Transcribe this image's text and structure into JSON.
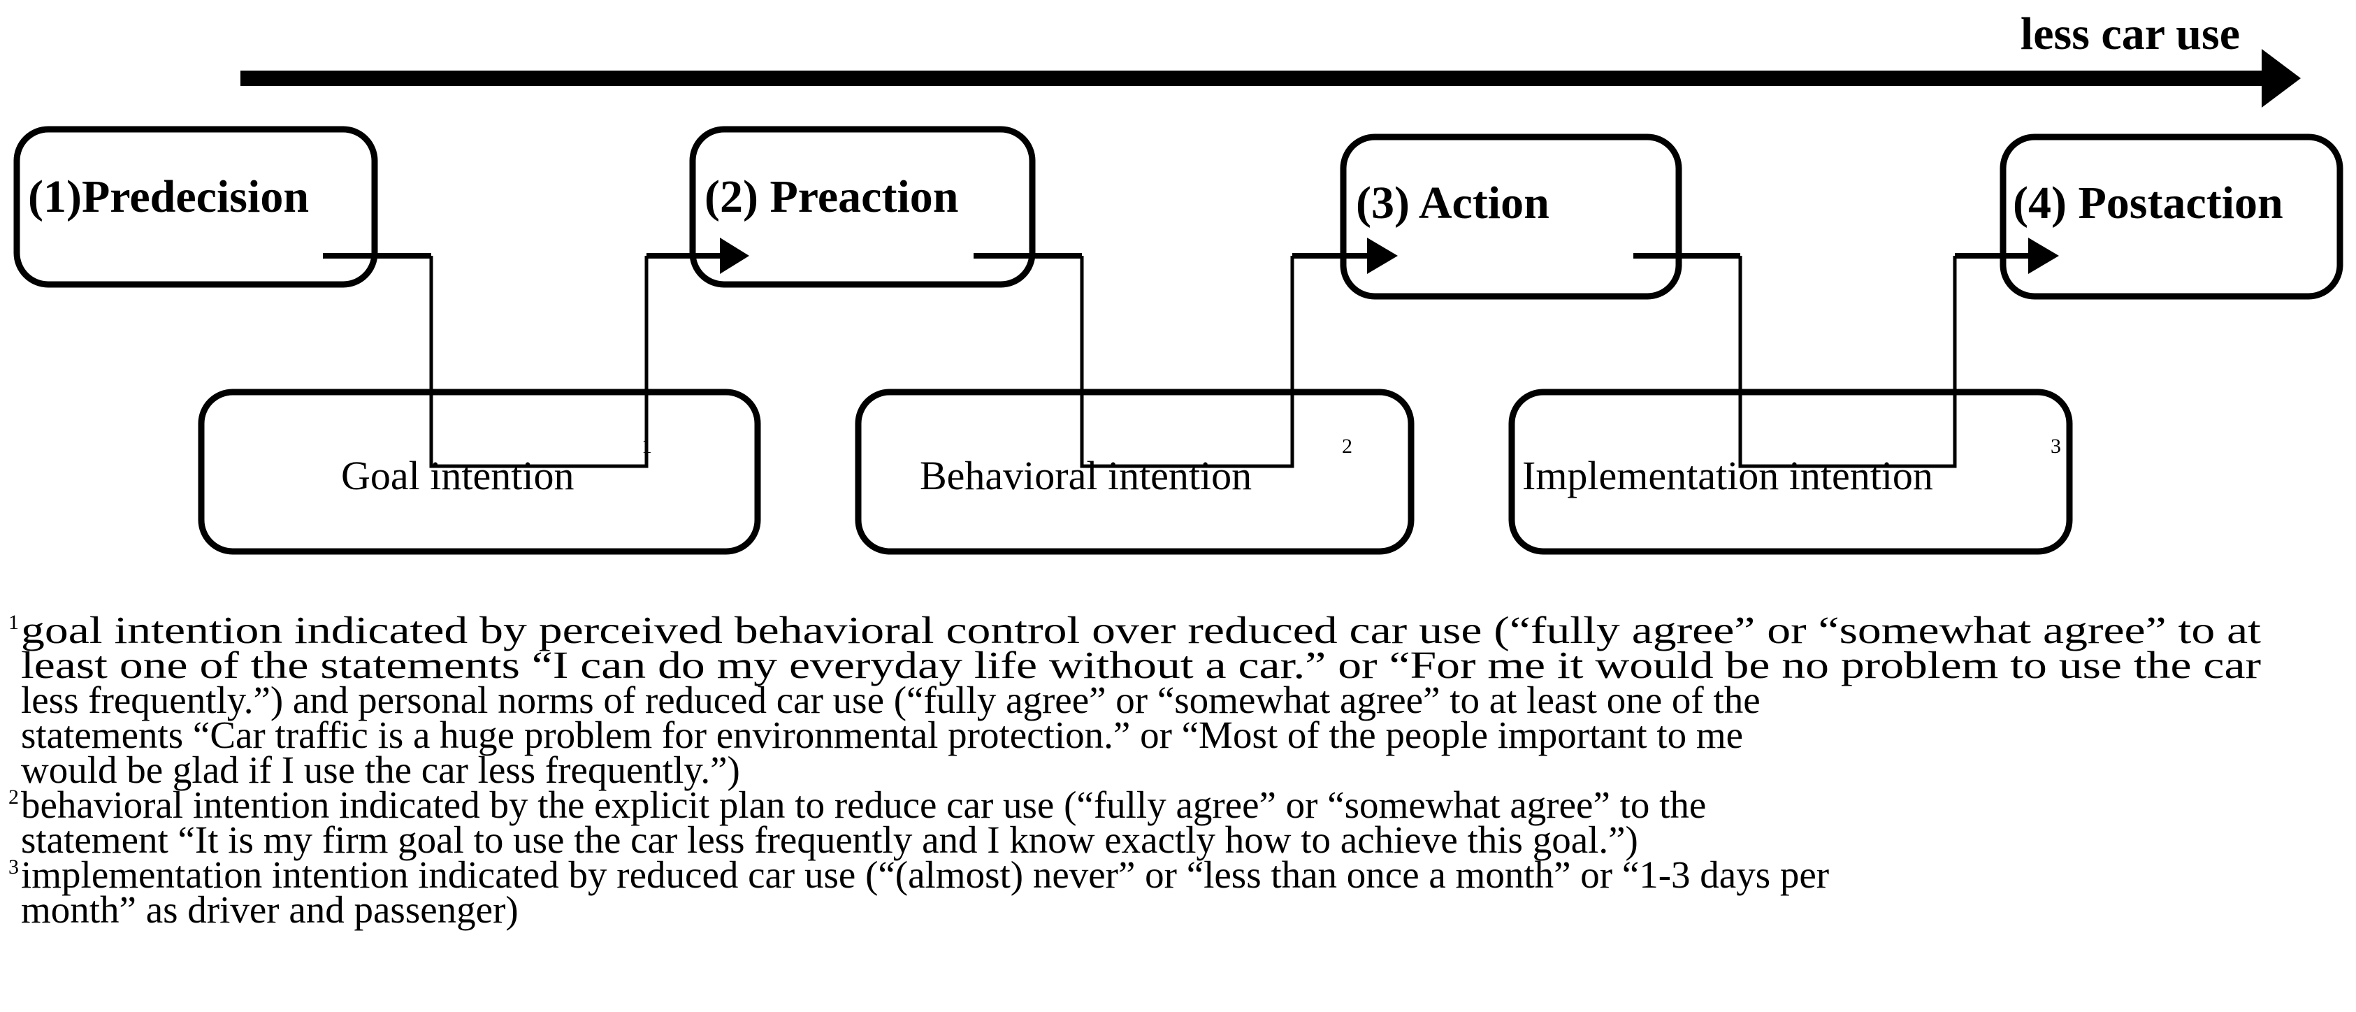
{
  "direction_arrow": {
    "label": "less car use"
  },
  "stages": [
    {
      "label": "(1)Predecision"
    },
    {
      "label": "(2) Preaction"
    },
    {
      "label": "(3) Action"
    },
    {
      "label": "(4) Postaction"
    }
  ],
  "intentions": [
    {
      "label": "Goal intention",
      "note_ref": "1"
    },
    {
      "label": "Behavioral intention",
      "note_ref": "2"
    },
    {
      "label": "Implementation intention",
      "note_ref": "3"
    }
  ],
  "footnotes": [
    {
      "marker": "1",
      "lines": [
        "goal intention indicated by perceived behavioral control over reduced car use (“fully agree” or “somewhat agree” to at",
        "least one of  the statements “I can do my everyday life without a car.” or “For me it would be no problem to use the car",
        "less frequently.”) and personal norms of reduced car use (“fully agree” or “somewhat agree” to at least one of the",
        "statements “Car traffic is a huge problem for environmental protection.” or “Most of the people important to me",
        "would be glad if I use the car less frequently.”)"
      ]
    },
    {
      "marker": "2",
      "lines": [
        "behavioral intention indicated by the explicit plan to reduce car use (“fully agree” or “somewhat agree” to the",
        "statement “It is my firm goal to use the car less frequently and I know exactly how to achieve this goal.”)"
      ]
    },
    {
      "marker": "3",
      "lines": [
        "implementation intention indicated by reduced car use (“(almost) never” or “less than once a month” or “1-3 days per",
        "month” as driver and passenger)"
      ]
    }
  ]
}
